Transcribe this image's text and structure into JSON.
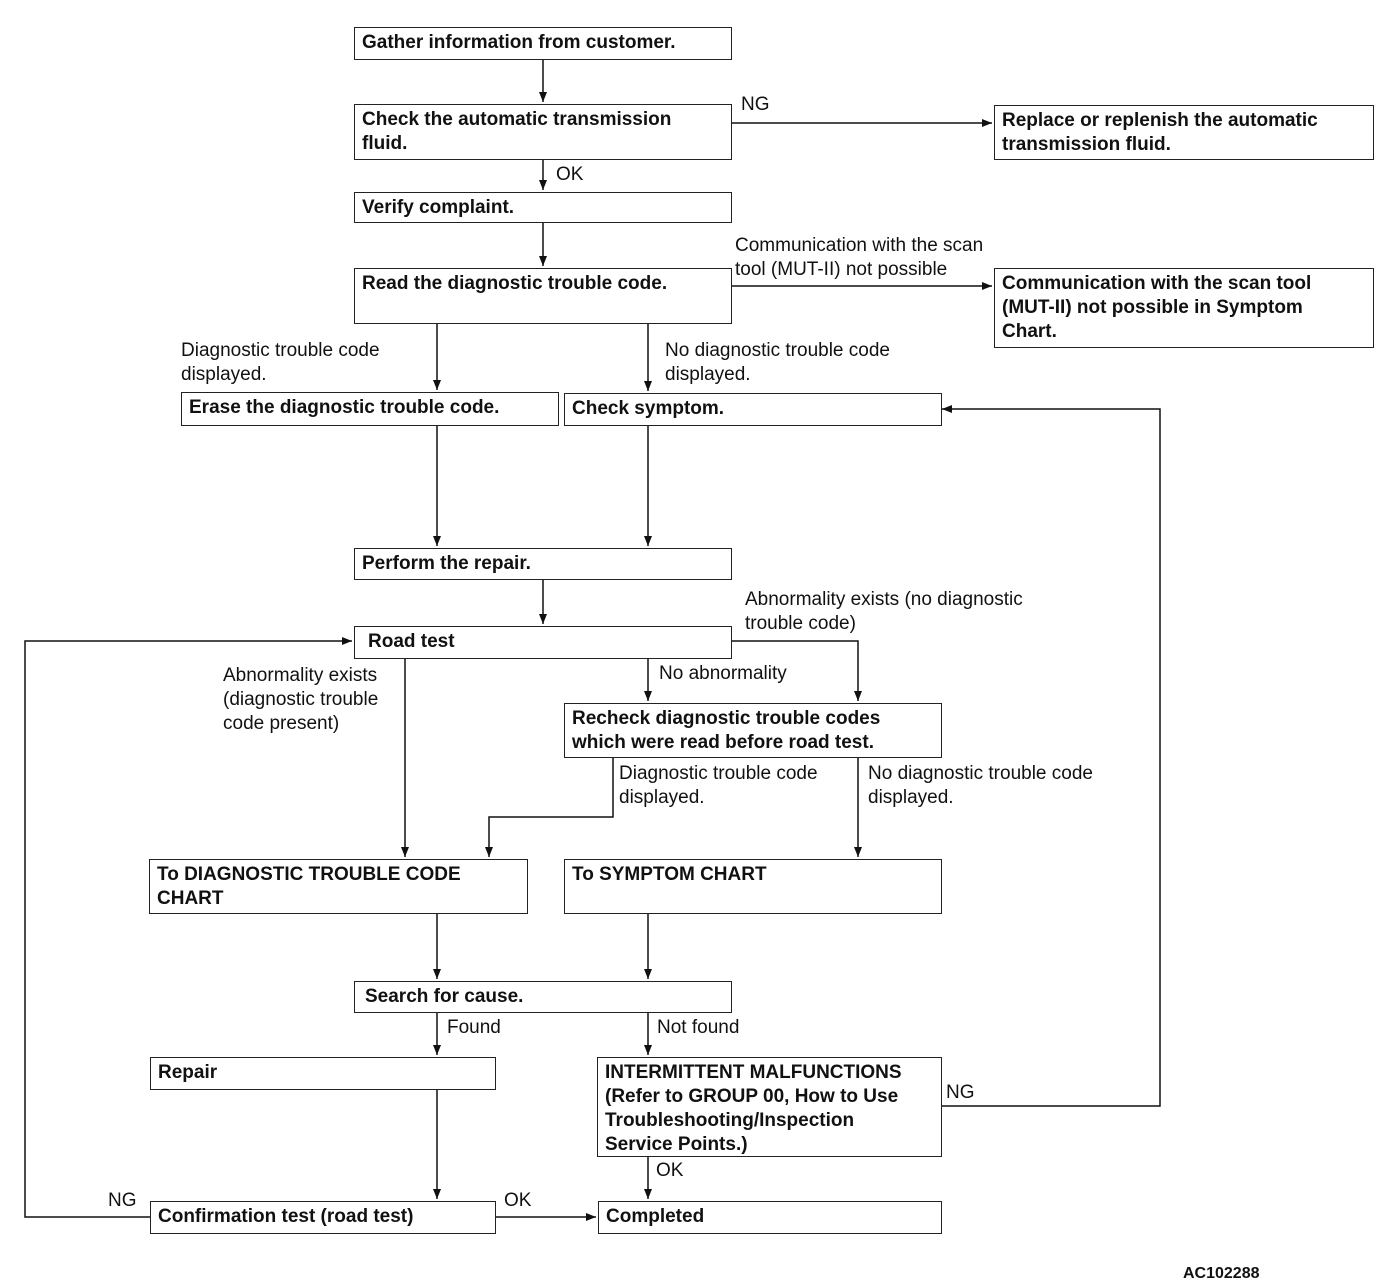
{
  "boxes": {
    "gather": "Gather information from customer.",
    "check_fluid": "Check the automatic transmission\nfluid.",
    "replace_fluid": "Replace or replenish the automatic\ntransmission fluid.",
    "verify": "Verify complaint.",
    "read_dtc": "Read the diagnostic trouble code.",
    "comm_chart": "Communication with the scan tool\n(MUT-II) not possible in Symptom\nChart.",
    "erase_dtc": "Erase the diagnostic trouble code.",
    "check_symptom": "Check symptom.",
    "perform_repair": "Perform the repair.",
    "road_test": "Road test",
    "recheck": "Recheck diagnostic trouble codes\nwhich were read before road test.",
    "to_dtc_chart": "To DIAGNOSTIC TROUBLE CODE\nCHART",
    "to_symptom_chart": "To SYMPTOM CHART",
    "search_cause": "Search for cause.",
    "repair": "Repair",
    "intermittent": "INTERMITTENT MALFUNCTIONS\n(Refer to GROUP 00, How to Use\nTroubleshooting/Inspection\nService Points.)",
    "confirmation": "Confirmation test (road test)",
    "completed": "Completed"
  },
  "labels": {
    "ng_fluid": "NG",
    "ok_fluid": "OK",
    "comm_not_possible": "Communication with the scan\ntool (MUT-II) not possible",
    "dtc_displayed_1": "Diagnostic trouble code\ndisplayed.",
    "no_dtc_displayed_1": "No diagnostic trouble code\ndisplayed.",
    "abnormality_no_dtc": "Abnormality exists (no diagnostic\ntrouble code)",
    "abnormality_dtc": "Abnormality exists\n(diagnostic trouble\ncode present)",
    "no_abnormality": "No abnormality",
    "dtc_displayed_2": "Diagnostic trouble code\ndisplayed.",
    "no_dtc_displayed_2": "No diagnostic trouble code\ndisplayed.",
    "found": "Found",
    "not_found": "Not found",
    "ng_intermittent": "NG",
    "ok_intermittent": "OK",
    "ng_confirmation": "NG",
    "ok_confirmation": "OK"
  },
  "figure_code": "AC102288"
}
